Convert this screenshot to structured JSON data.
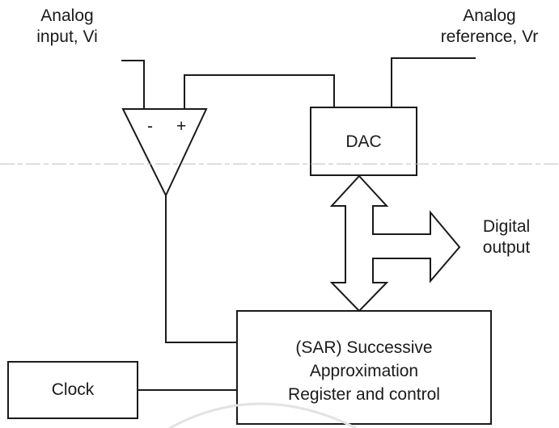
{
  "inputs": {
    "analog_input": [
      "Analog",
      "input, Vi"
    ],
    "analog_reference": [
      "Analog",
      "reference, Vr"
    ]
  },
  "comparator": {
    "minus_sign": "-",
    "plus_sign": "+"
  },
  "dac": {
    "label": "DAC"
  },
  "digital_output": [
    "Digital",
    "output"
  ],
  "sar": {
    "lines": [
      "(SAR) Successive",
      "Approximation",
      "Register and control"
    ]
  },
  "clock": {
    "label": "Clock"
  }
}
